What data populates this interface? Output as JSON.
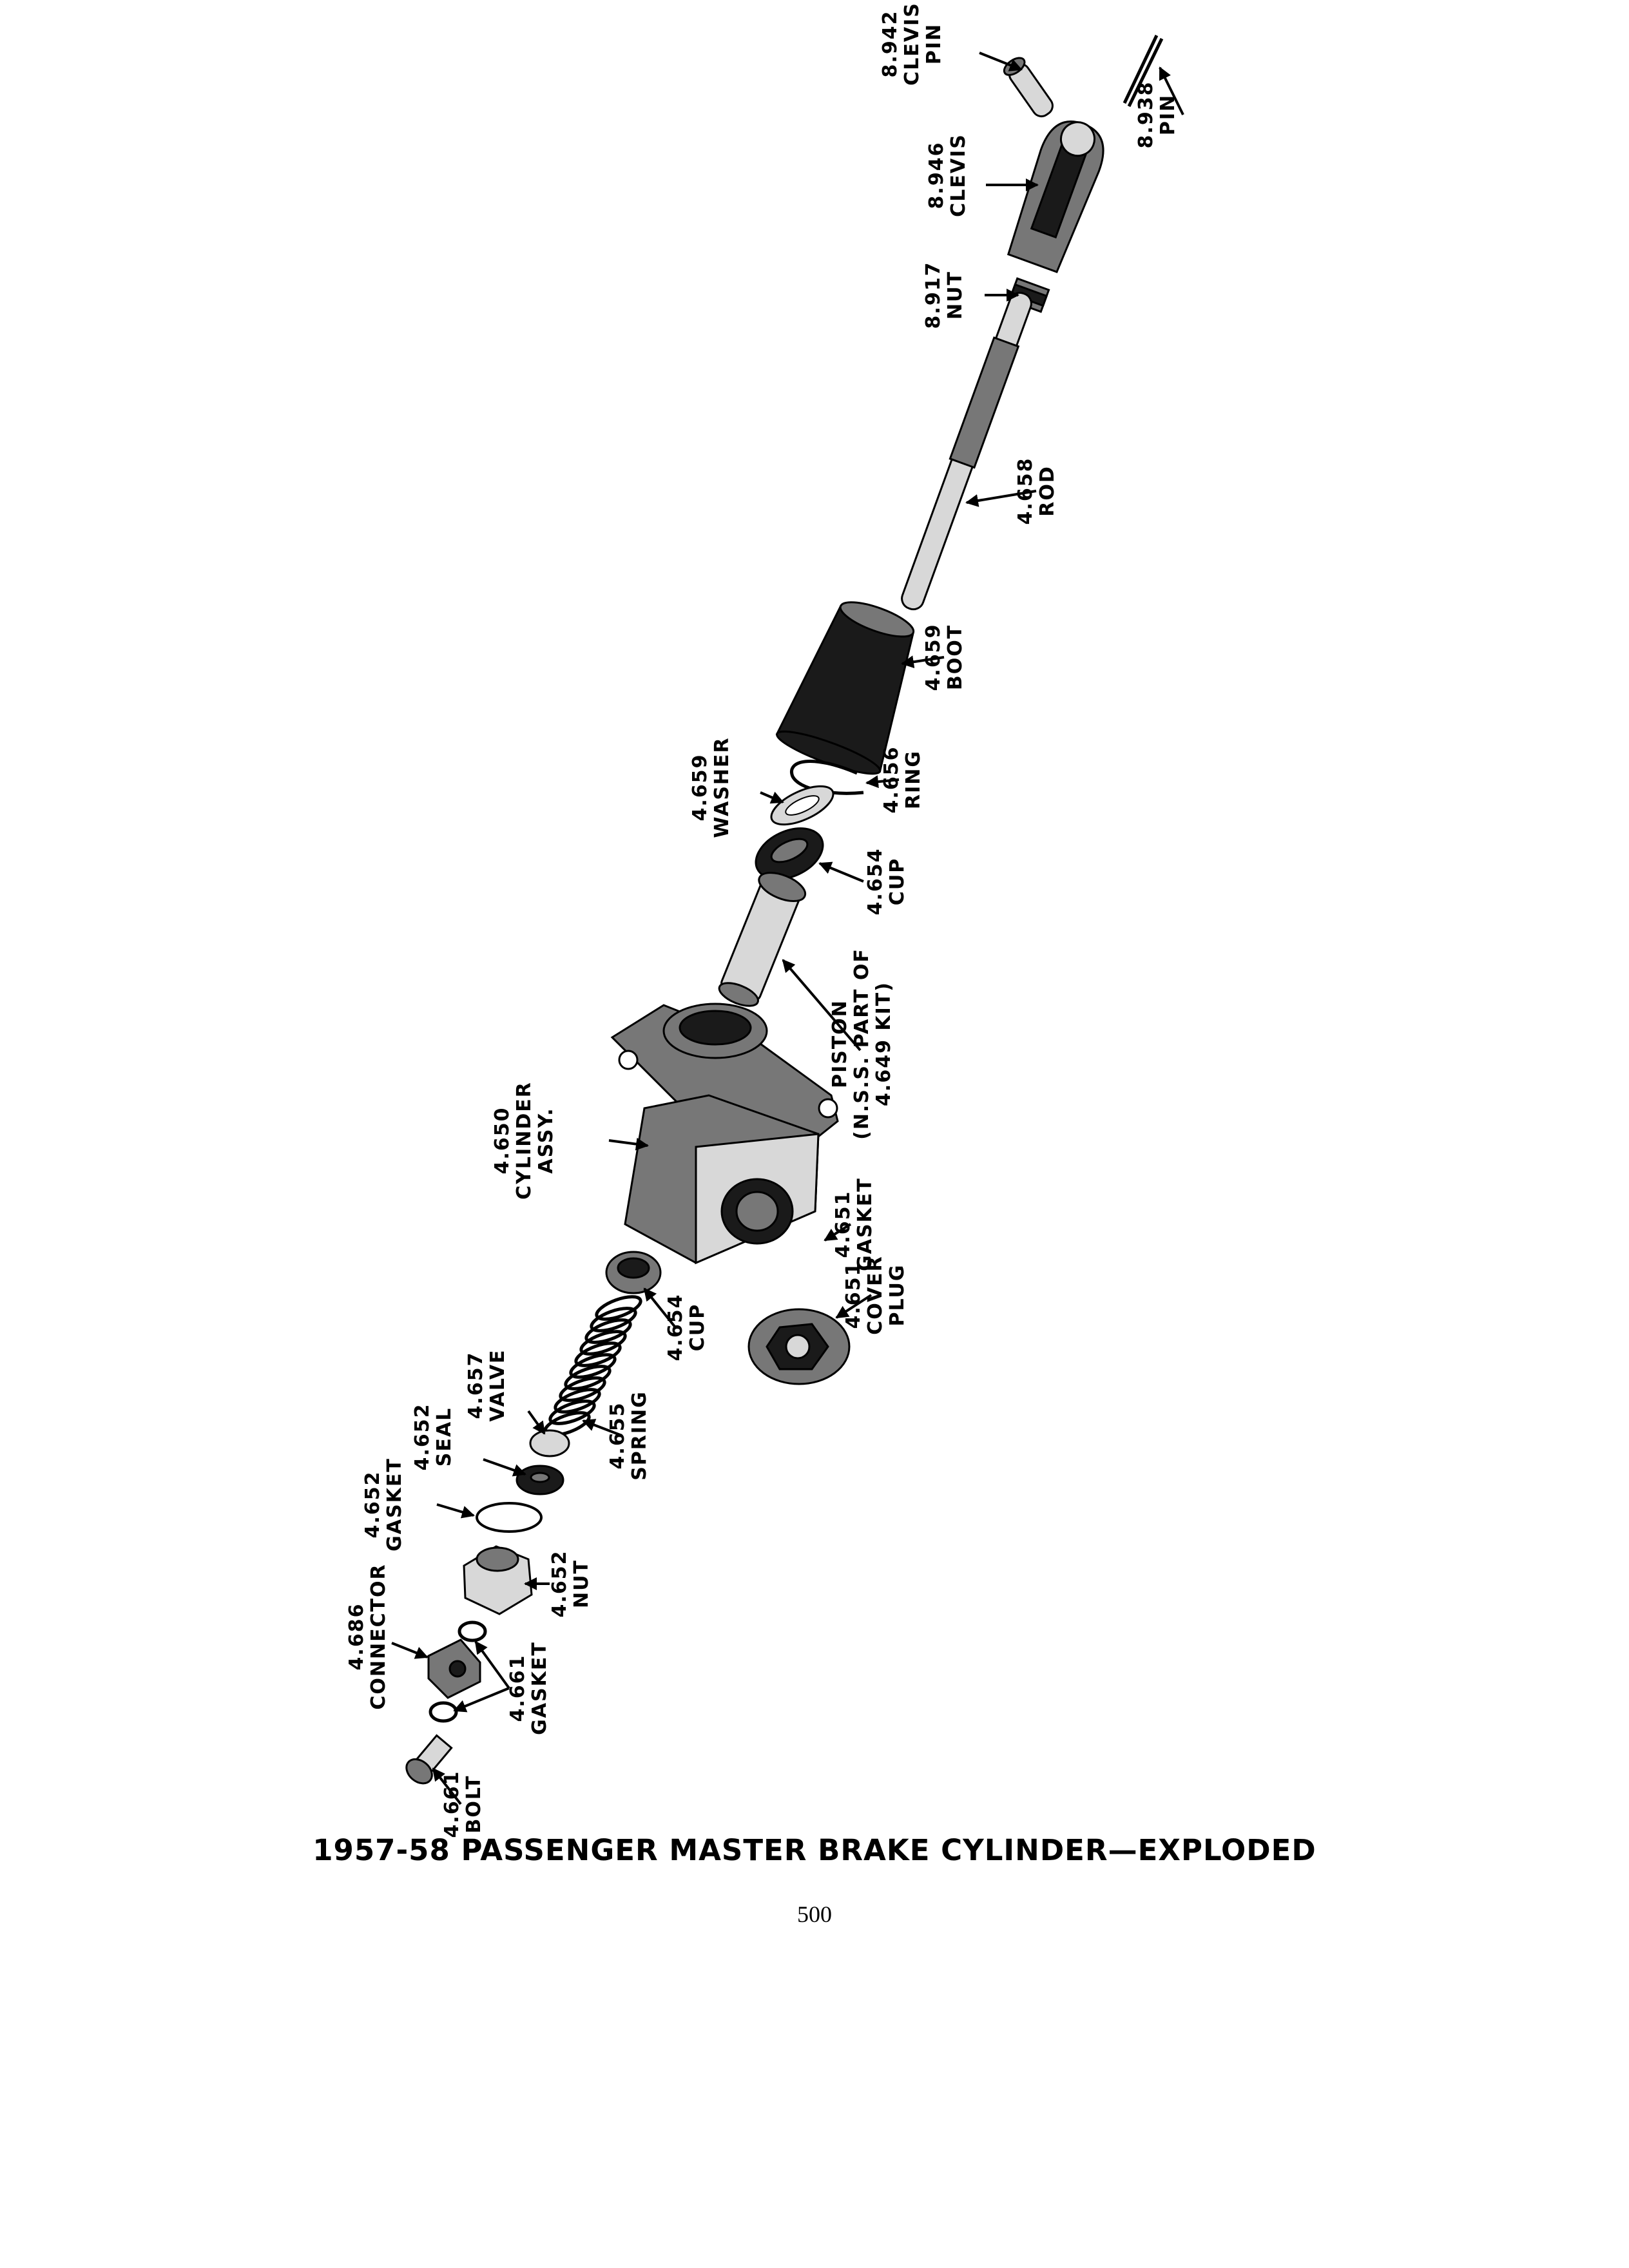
{
  "title": "1957-58 PASSENGER MASTER BRAKE CYLINDER—EXPLODED",
  "page_number": "500",
  "callouts": [
    {
      "id": "clevis-pin",
      "lines": [
        "8.942",
        "CLEVIS",
        "PIN"
      ]
    },
    {
      "id": "pin",
      "lines": [
        "8.938",
        "PIN"
      ]
    },
    {
      "id": "clevis",
      "lines": [
        "8.946",
        "CLEVIS"
      ]
    },
    {
      "id": "nut-8917",
      "lines": [
        "8.917",
        "NUT"
      ]
    },
    {
      "id": "rod",
      "lines": [
        "4.658",
        "ROD"
      ]
    },
    {
      "id": "boot",
      "lines": [
        "4.659",
        "BOOT"
      ]
    },
    {
      "id": "washer",
      "lines": [
        "4.659",
        "WASHER"
      ]
    },
    {
      "id": "ring",
      "lines": [
        "4.656",
        "RING"
      ]
    },
    {
      "id": "cup-upper",
      "lines": [
        "4.654",
        "CUP"
      ]
    },
    {
      "id": "piston",
      "lines": [
        "PISTON",
        "(N.S.S. PART OF",
        "4.649 KIT)"
      ]
    },
    {
      "id": "cylinder-assy",
      "lines": [
        "4.650",
        "CYLINDER",
        "ASSY."
      ]
    },
    {
      "id": "gasket-4651",
      "lines": [
        "4.651",
        "GASKET"
      ]
    },
    {
      "id": "cup-lower",
      "lines": [
        "4.654",
        "CUP"
      ]
    },
    {
      "id": "cover-plug",
      "lines": [
        "4.651",
        "COVER",
        "PLUG"
      ]
    },
    {
      "id": "valve",
      "lines": [
        "4.657",
        "VALVE"
      ]
    },
    {
      "id": "seal",
      "lines": [
        "4.652",
        "SEAL"
      ]
    },
    {
      "id": "spring",
      "lines": [
        "4.655",
        "SPRING"
      ]
    },
    {
      "id": "gasket-4652",
      "lines": [
        "4.652",
        "GASKET"
      ]
    },
    {
      "id": "nut-4652",
      "lines": [
        "4.652",
        "NUT"
      ]
    },
    {
      "id": "connector",
      "lines": [
        "4.686",
        "CONNECTOR"
      ]
    },
    {
      "id": "gasket-4661",
      "lines": [
        "4.661",
        "GASKET"
      ]
    },
    {
      "id": "bolt",
      "lines": [
        "4.661",
        "BOLT"
      ]
    }
  ]
}
